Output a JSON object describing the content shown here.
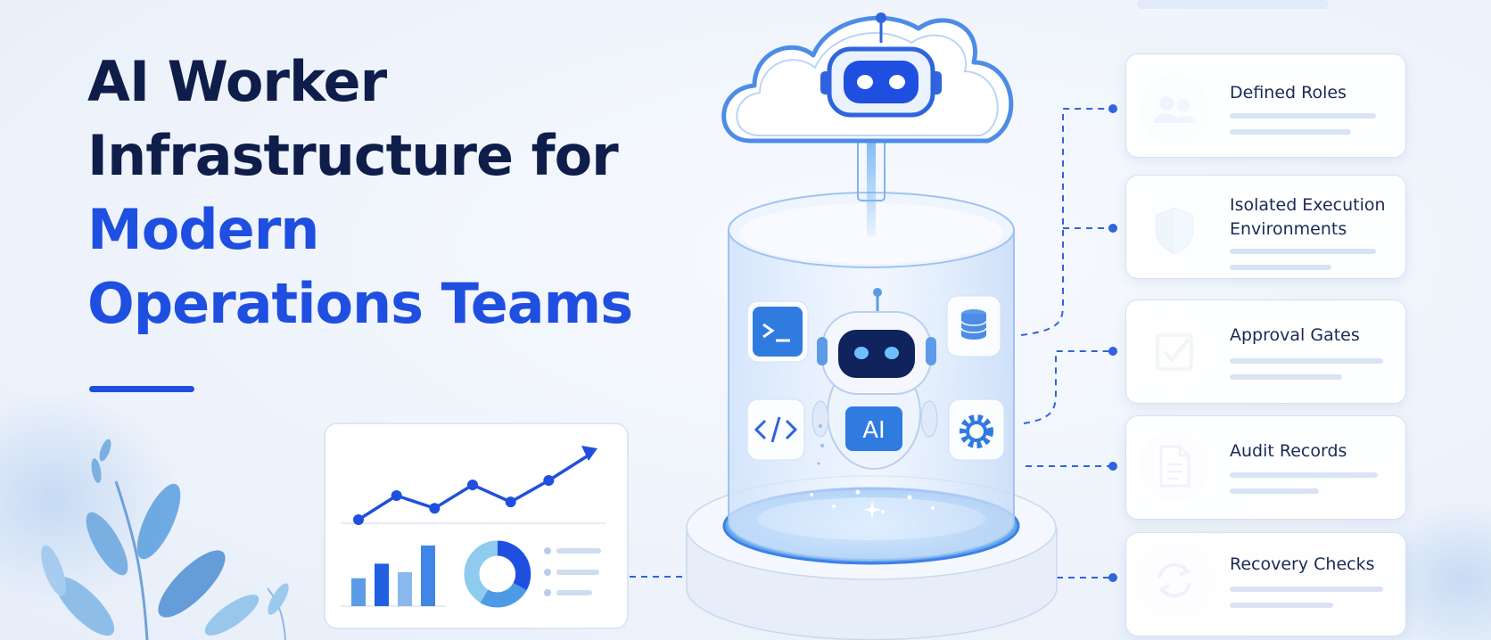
{
  "title": {
    "line1": "AI Worker",
    "line2": "Infrastructure for",
    "line3": "Modern",
    "line4": "Operations Teams"
  },
  "colors": {
    "navy": "#0f1d4a",
    "accent_blue": "#1f4fe0",
    "light_blue": "#5b9be8"
  },
  "center": {
    "cloud_icon": "robot-icon",
    "robot_badge": "AI",
    "tiles": [
      "terminal-icon",
      "code-icon",
      "database-icon",
      "gear-icon"
    ]
  },
  "dashboard": {
    "line_chart": [
      0.0,
      0.38,
      0.18,
      0.55,
      0.28,
      0.62,
      1.0
    ],
    "bars": [
      0.46,
      0.7,
      0.56,
      1.0
    ]
  },
  "features": [
    {
      "label": "Defined Roles",
      "icon": "users-icon"
    },
    {
      "label": "Isolated Execution Environments",
      "icon": "shield-icon"
    },
    {
      "label": "Approval Gates",
      "icon": "checkbox-icon"
    },
    {
      "label": "Audit Records",
      "icon": "document-icon"
    },
    {
      "label": "Recovery Checks",
      "icon": "refresh-icon"
    }
  ]
}
